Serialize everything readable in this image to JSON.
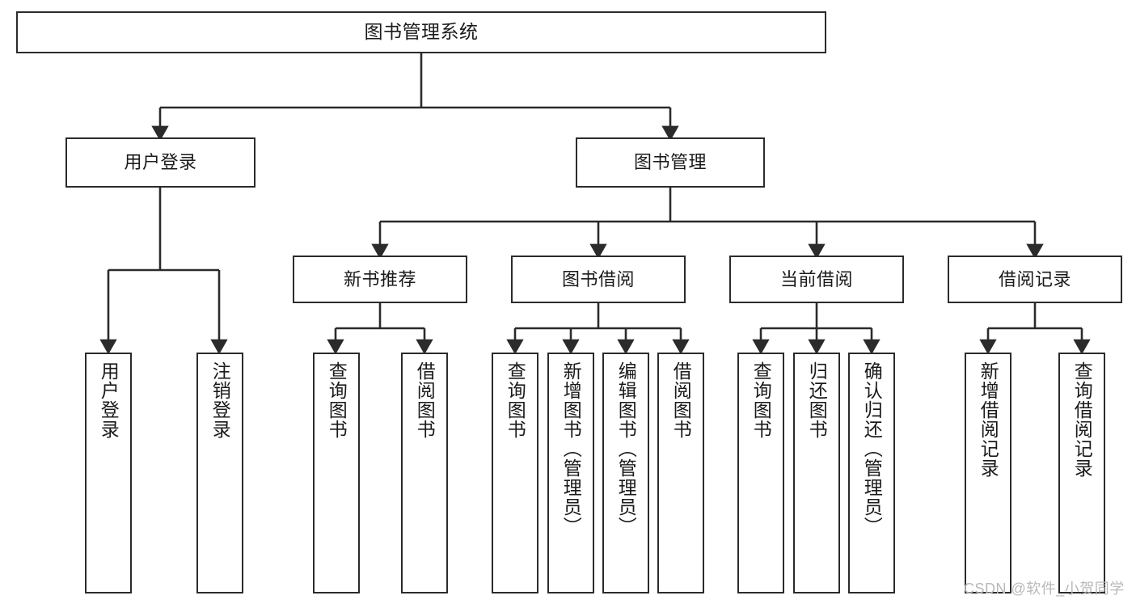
{
  "diagram": {
    "title": "图书管理系统",
    "type": "hierarchy-tree",
    "colors": {
      "box_border": "#2b2b2b",
      "box_fill": "#ffffff",
      "connector": "#2b2b2b",
      "text": "#1a1a1a",
      "watermark": "#b9b9b9"
    },
    "levels": {
      "level1": [
        {
          "id": "root",
          "label": "图书管理系统"
        }
      ],
      "level2": [
        {
          "id": "user-login",
          "label": "用户登录"
        },
        {
          "id": "book-manage",
          "label": "图书管理"
        }
      ],
      "level3": [
        {
          "id": "new-book-recommend",
          "label": "新书推荐"
        },
        {
          "id": "book-borrow",
          "label": "图书借阅"
        },
        {
          "id": "current-borrow",
          "label": "当前借阅"
        },
        {
          "id": "borrow-record",
          "label": "借阅记录"
        }
      ],
      "level4": [
        {
          "id": "leaf-user-login",
          "label": "用户登录",
          "parent": "user-login"
        },
        {
          "id": "leaf-user-logout",
          "label": "注销登录",
          "parent": "user-login"
        },
        {
          "id": "leaf-query-book-1",
          "label": "查询图书",
          "parent": "new-book-recommend"
        },
        {
          "id": "leaf-borrow-book-1",
          "label": "借阅图书",
          "parent": "new-book-recommend"
        },
        {
          "id": "leaf-query-book-2",
          "label": "查询图书",
          "parent": "book-borrow"
        },
        {
          "id": "leaf-add-book",
          "label": "新增图书（管理员）",
          "parent": "book-borrow"
        },
        {
          "id": "leaf-edit-book",
          "label": "编辑图书（管理员）",
          "parent": "book-borrow"
        },
        {
          "id": "leaf-borrow-book-2",
          "label": "借阅图书",
          "parent": "book-borrow"
        },
        {
          "id": "leaf-query-book-3",
          "label": "查询图书",
          "parent": "current-borrow"
        },
        {
          "id": "leaf-return-book",
          "label": "归还图书",
          "parent": "current-borrow"
        },
        {
          "id": "leaf-confirm-return",
          "label": "确认归还（管理员）",
          "parent": "current-borrow"
        },
        {
          "id": "leaf-add-record",
          "label": "新增借阅记录",
          "parent": "borrow-record"
        },
        {
          "id": "leaf-query-record",
          "label": "查询借阅记录",
          "parent": "borrow-record"
        }
      ]
    },
    "watermark": "CSDN @软件_小贺同学"
  }
}
